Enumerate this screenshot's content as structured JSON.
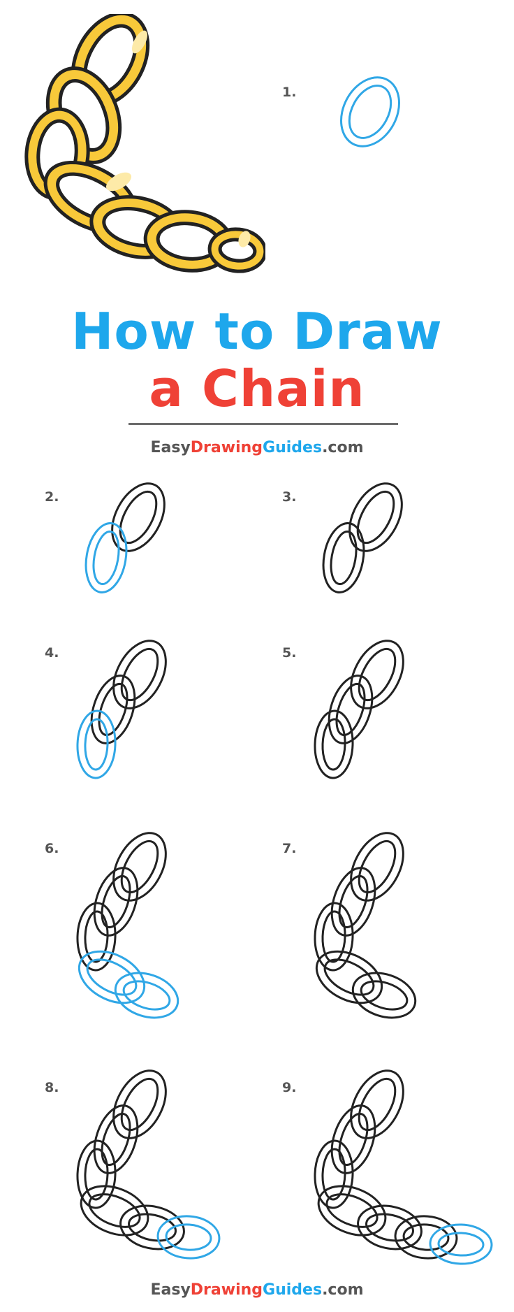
{
  "title": {
    "line1": "How to Draw",
    "line2": "a Chain"
  },
  "brand": {
    "easy": "Easy",
    "drawing": "Drawing",
    "guides": "Guides",
    "com": ".com"
  },
  "steps": [
    "1.",
    "2.",
    "3.",
    "4.",
    "5.",
    "6.",
    "7.",
    "8.",
    "9."
  ],
  "colors": {
    "title_blue": "#1ea7ec",
    "title_red": "#ef4136",
    "chain_gold": "#f8c93a",
    "chain_outline": "#222222",
    "new_stroke": "#30a7e6"
  }
}
